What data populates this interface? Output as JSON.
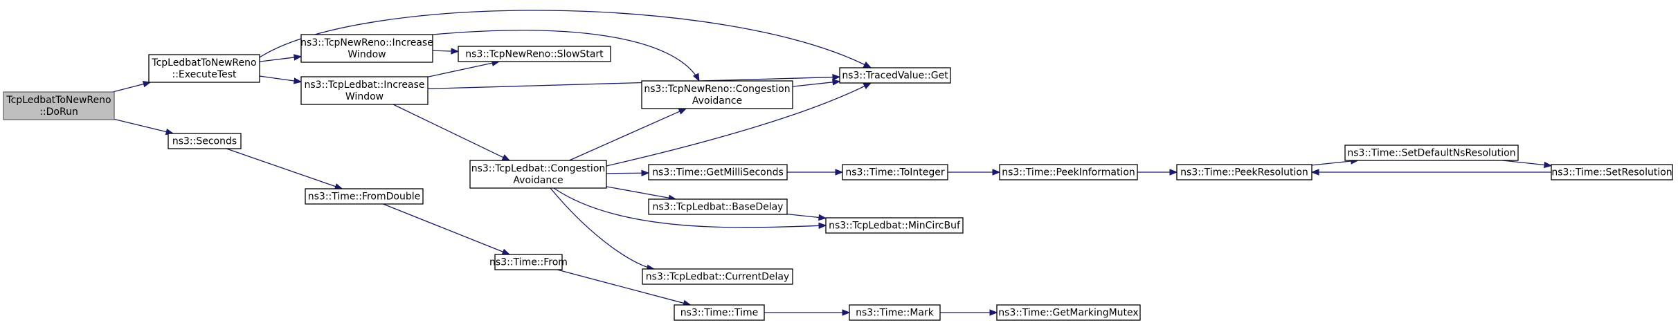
{
  "graph": {
    "nodes": [
      {
        "id": "dorun",
        "lines": [
          "TcpLedbatToNewReno",
          "::DoRun"
        ],
        "root": true
      },
      {
        "id": "execute",
        "lines": [
          "TcpLedbatToNewReno",
          "::ExecuteTest"
        ]
      },
      {
        "id": "seconds",
        "lines": [
          "ns3::Seconds"
        ]
      },
      {
        "id": "nr_incwin",
        "lines": [
          "ns3::TcpNewReno::Increase",
          "Window"
        ]
      },
      {
        "id": "lb_incwin",
        "lines": [
          "ns3::TcpLedbat::Increase",
          "Window"
        ]
      },
      {
        "id": "slowstart",
        "lines": [
          "ns3::TcpNewReno::SlowStart"
        ]
      },
      {
        "id": "fromdouble",
        "lines": [
          "ns3::Time::FromDouble"
        ]
      },
      {
        "id": "lb_congav",
        "lines": [
          "ns3::TcpLedbat::Congestion",
          "Avoidance"
        ]
      },
      {
        "id": "from",
        "lines": [
          "ns3::Time::From"
        ]
      },
      {
        "id": "nr_congav",
        "lines": [
          "ns3::TcpNewReno::Congestion",
          "Avoidance"
        ]
      },
      {
        "id": "getmilli",
        "lines": [
          "ns3::Time::GetMilliSeconds"
        ]
      },
      {
        "id": "basedelay",
        "lines": [
          "ns3::TcpLedbat::BaseDelay"
        ]
      },
      {
        "id": "currentdelay",
        "lines": [
          "ns3::TcpLedbat::CurrentDelay"
        ]
      },
      {
        "id": "time",
        "lines": [
          "ns3::Time::Time"
        ]
      },
      {
        "id": "tracedget",
        "lines": [
          "ns3::TracedValue::Get"
        ]
      },
      {
        "id": "tointeger",
        "lines": [
          "ns3::Time::ToInteger"
        ]
      },
      {
        "id": "mincircbuf",
        "lines": [
          "ns3::TcpLedbat::MinCircBuf"
        ]
      },
      {
        "id": "mark",
        "lines": [
          "ns3::Time::Mark"
        ]
      },
      {
        "id": "peekinfo",
        "lines": [
          "ns3::Time::PeekInformation"
        ]
      },
      {
        "id": "getmutex",
        "lines": [
          "ns3::Time::GetMarkingMutex"
        ]
      },
      {
        "id": "peekres",
        "lines": [
          "ns3::Time::PeekResolution"
        ]
      },
      {
        "id": "setdefault",
        "lines": [
          "ns3::Time::SetDefaultNsResolution"
        ]
      },
      {
        "id": "setres",
        "lines": [
          "ns3::Time::SetResolution"
        ]
      }
    ],
    "edges": [
      {
        "from": "dorun",
        "to": "execute"
      },
      {
        "from": "dorun",
        "to": "seconds"
      },
      {
        "from": "execute",
        "to": "nr_incwin"
      },
      {
        "from": "execute",
        "to": "lb_incwin"
      },
      {
        "from": "execute",
        "to": "tracedget"
      },
      {
        "from": "nr_incwin",
        "to": "slowstart"
      },
      {
        "from": "nr_incwin",
        "to": "nr_congav"
      },
      {
        "from": "lb_incwin",
        "to": "slowstart"
      },
      {
        "from": "lb_incwin",
        "to": "tracedget"
      },
      {
        "from": "lb_incwin",
        "to": "lb_congav"
      },
      {
        "from": "seconds",
        "to": "fromdouble"
      },
      {
        "from": "fromdouble",
        "to": "from"
      },
      {
        "from": "from",
        "to": "time"
      },
      {
        "from": "lb_congav",
        "to": "nr_congav"
      },
      {
        "from": "lb_congav",
        "to": "tracedget"
      },
      {
        "from": "lb_congav",
        "to": "getmilli"
      },
      {
        "from": "lb_congav",
        "to": "basedelay"
      },
      {
        "from": "lb_congav",
        "to": "mincircbuf"
      },
      {
        "from": "lb_congav",
        "to": "currentdelay"
      },
      {
        "from": "nr_congav",
        "to": "tracedget"
      },
      {
        "from": "getmilli",
        "to": "tointeger"
      },
      {
        "from": "basedelay",
        "to": "mincircbuf"
      },
      {
        "from": "tointeger",
        "to": "peekinfo"
      },
      {
        "from": "peekinfo",
        "to": "peekres"
      },
      {
        "from": "peekres",
        "to": "setdefault"
      },
      {
        "from": "setdefault",
        "to": "setres"
      },
      {
        "from": "setres",
        "to": "peekres"
      },
      {
        "from": "time",
        "to": "mark"
      },
      {
        "from": "mark",
        "to": "getmutex"
      }
    ]
  }
}
